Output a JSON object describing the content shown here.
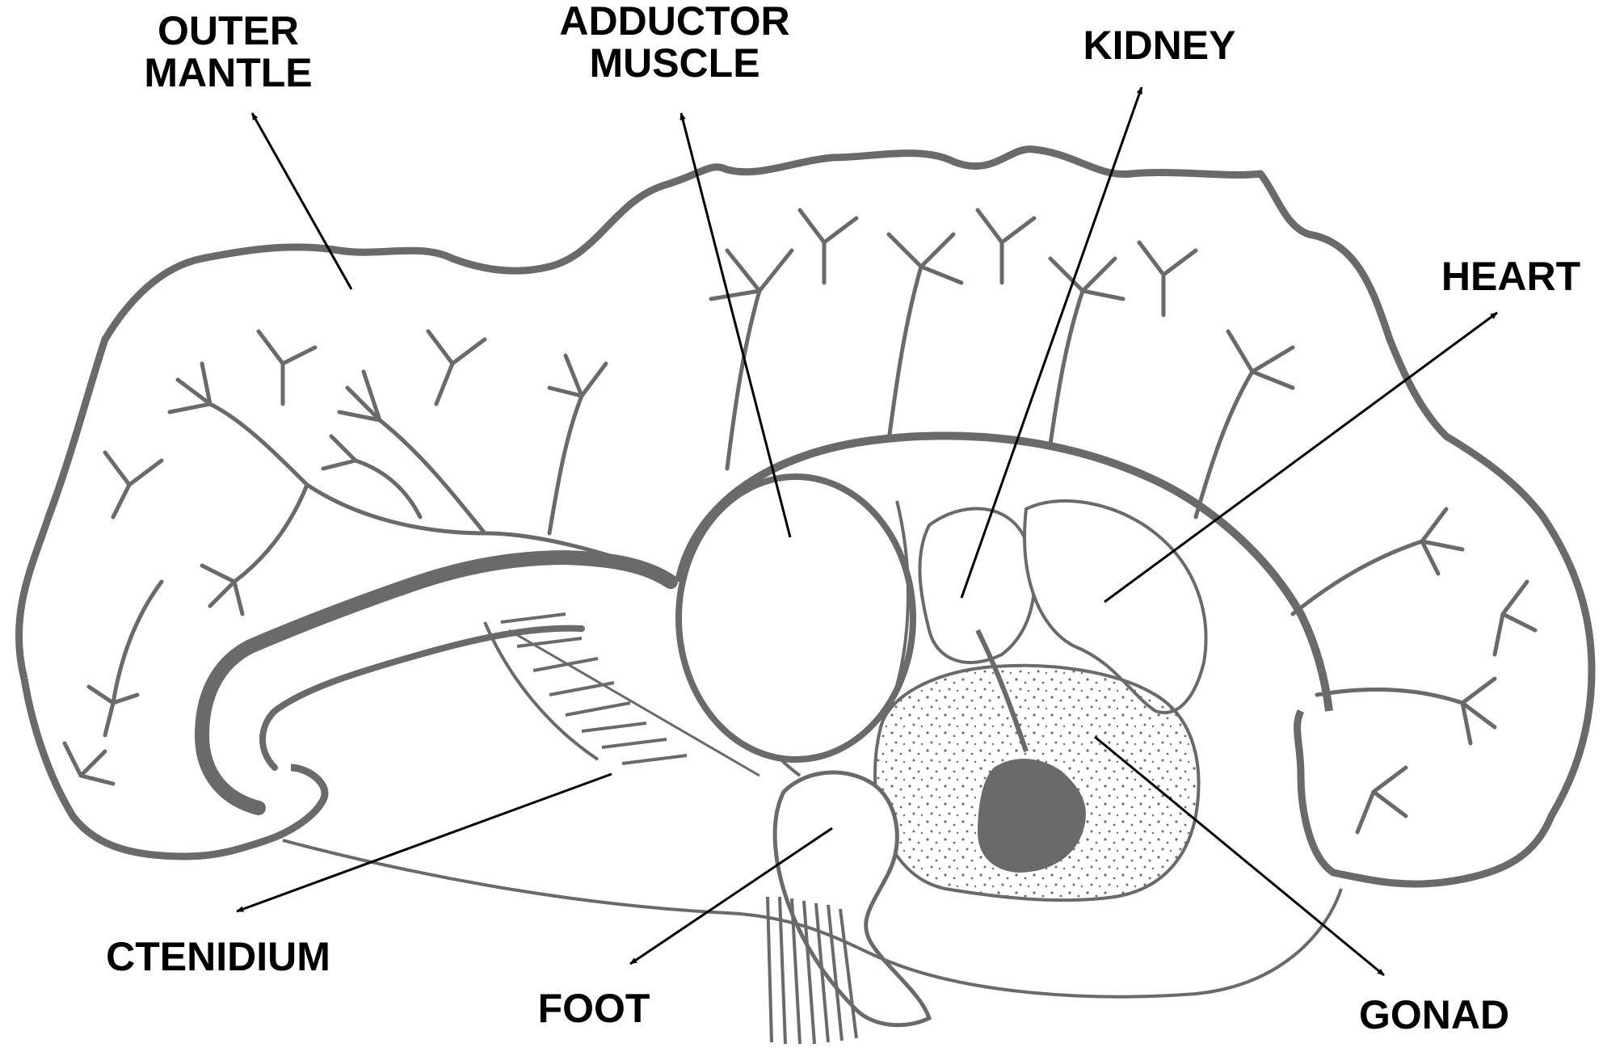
{
  "colors": {
    "ink": "#6a6a6a",
    "arrow": "#000000",
    "label": "#000000",
    "background": "#ffffff"
  },
  "labels": {
    "outer_mantle": {
      "line1": "OUTER",
      "line2": "MANTLE"
    },
    "adductor_muscle": {
      "line1": "ADDUCTOR",
      "line2": "MUSCLE"
    },
    "kidney": "KIDNEY",
    "heart": "HEART",
    "ctenidium": "CTENIDIUM",
    "foot": "FOOT",
    "gonad": "GONAD"
  }
}
